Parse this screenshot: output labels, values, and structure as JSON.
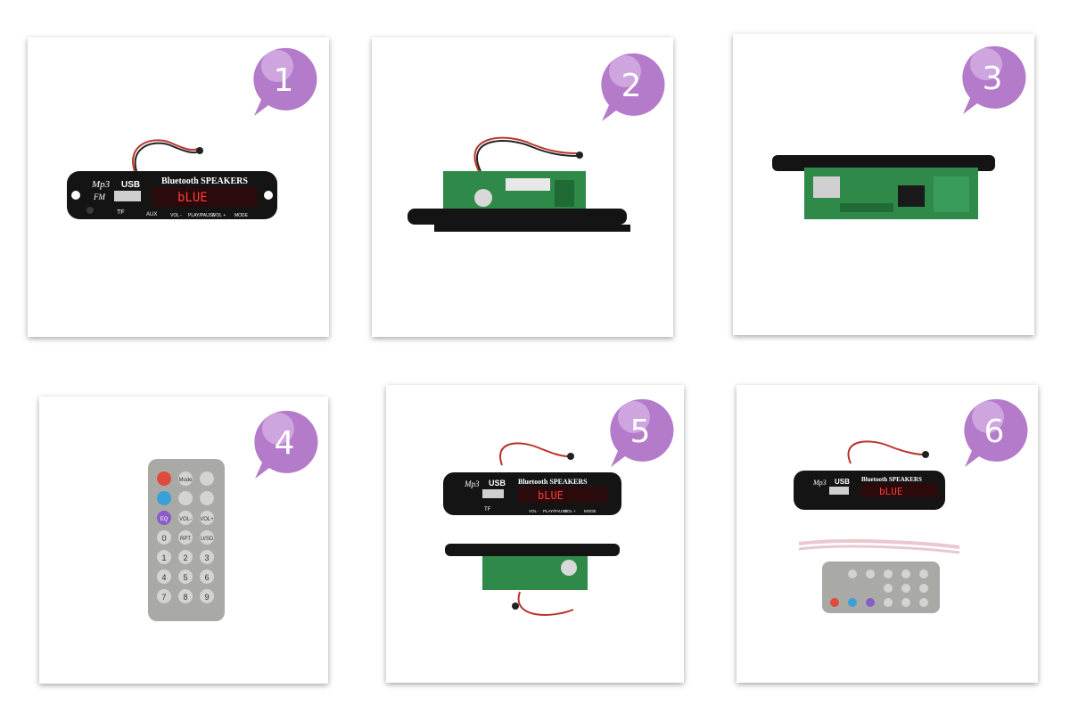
{
  "colors": {
    "badge_fill": "#b37bc9",
    "badge_highlight": "#e3c8ee",
    "badge_text": "#ffffff",
    "panel": "#1a1a1a",
    "pcb": "#2f8a4a",
    "remote_body": "#a9aaa6",
    "display_text": "#ff3b3b"
  },
  "products": [
    {
      "number": "1",
      "panel_brand": "Mp3",
      "panel_brand2": "FM",
      "panel_title": "Bluetooth SPEAKERS",
      "usb_label": "USB",
      "tf_label": "TF",
      "aux_label": "AUX",
      "display": "bLUE",
      "buttons": [
        "VOL -",
        "PLAY/PAUSE",
        "VOL +",
        "MODE"
      ]
    },
    {
      "number": "2"
    },
    {
      "number": "3"
    },
    {
      "number": "4",
      "remote_keys": [
        "Mode",
        "EQ",
        "VOL-",
        "VOL+",
        "0",
        "RPT",
        "U/SD",
        "1",
        "2",
        "3",
        "4",
        "5",
        "6",
        "7",
        "8",
        "9"
      ]
    },
    {
      "number": "5",
      "panel_brand": "Mp3",
      "panel_title": "Bluetooth SPEAKERS",
      "usb_label": "USB",
      "tf_label": "TF",
      "display": "bLUE",
      "buttons": [
        "VOL -",
        "PLAY/PAUSE",
        "VOL +",
        "MODE"
      ]
    },
    {
      "number": "6",
      "panel_brand": "Mp3",
      "panel_title": "Bluetooth SPEAKERS",
      "usb_label": "USB",
      "display": "bLUE"
    }
  ]
}
